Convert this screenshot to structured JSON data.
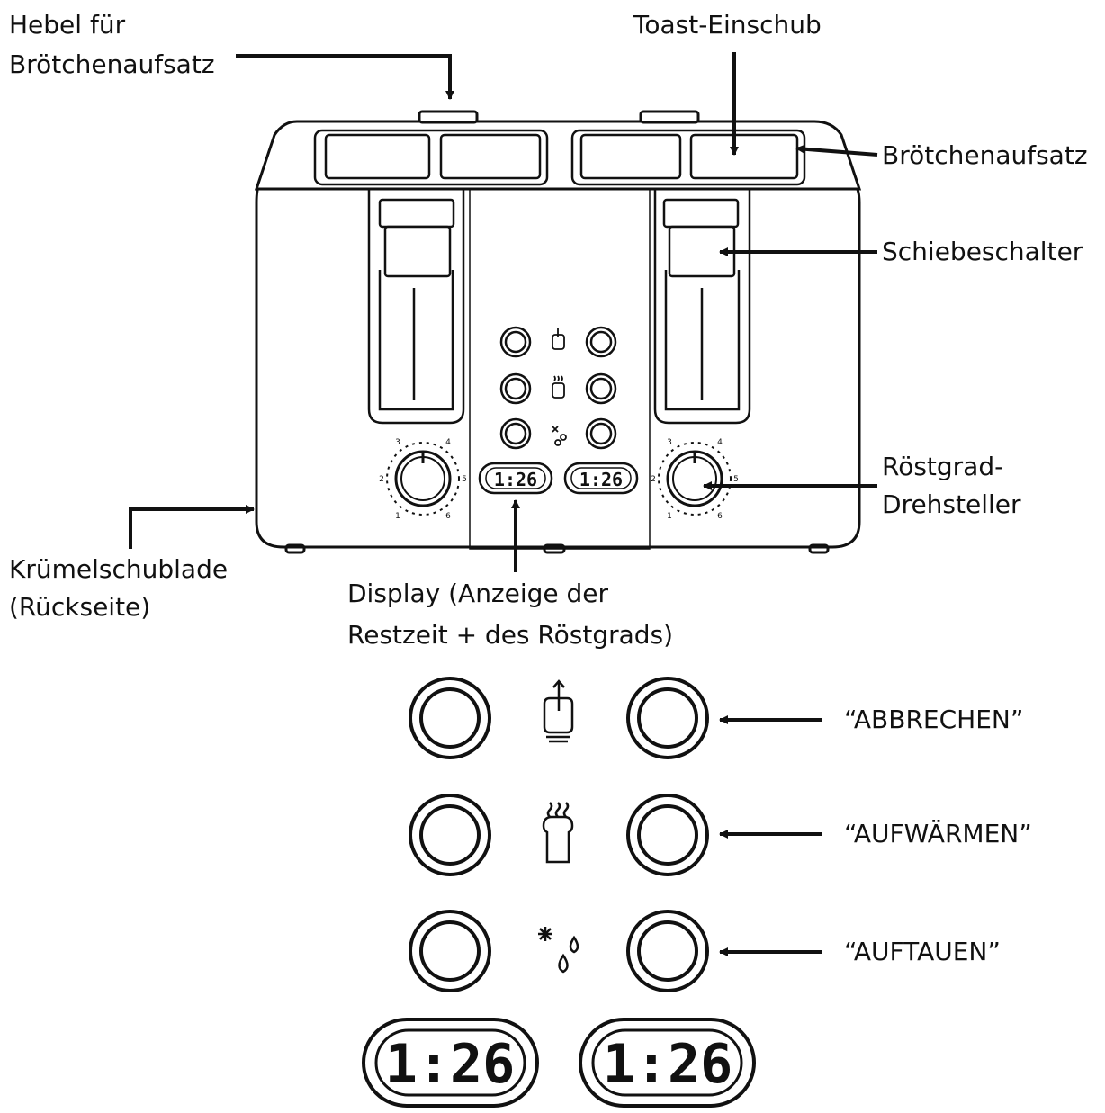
{
  "labels": {
    "lever_line1": "Hebel für",
    "lever_line2": "Brötchenaufsatz",
    "toast_slot": "Toast-Einschub",
    "bun_rack": "Brötchenaufsatz",
    "slide_switch": "Schiebeschalter",
    "dial_line1": "Röstgrad-",
    "dial_line2": "Drehsteller",
    "crumb_line1": "Krümelschublade",
    "crumb_line2": "(Rückseite)",
    "display_line1": "Display (Anzeige der",
    "display_line2": "Restzeit + des Röstgrads)",
    "cancel": "“ABBRECHEN”",
    "reheat": "“AUFWÄRMEN”",
    "defrost": "“AUFTAUEN”"
  },
  "display": {
    "left": "1:26",
    "right": "1:26"
  },
  "dial_scale": [
    "1",
    "2",
    "3",
    "4",
    "5",
    "6"
  ],
  "icons": [
    "cancel-icon",
    "reheat-icon",
    "defrost-icon"
  ],
  "colors": {
    "line": "#111111",
    "background": "#ffffff"
  }
}
